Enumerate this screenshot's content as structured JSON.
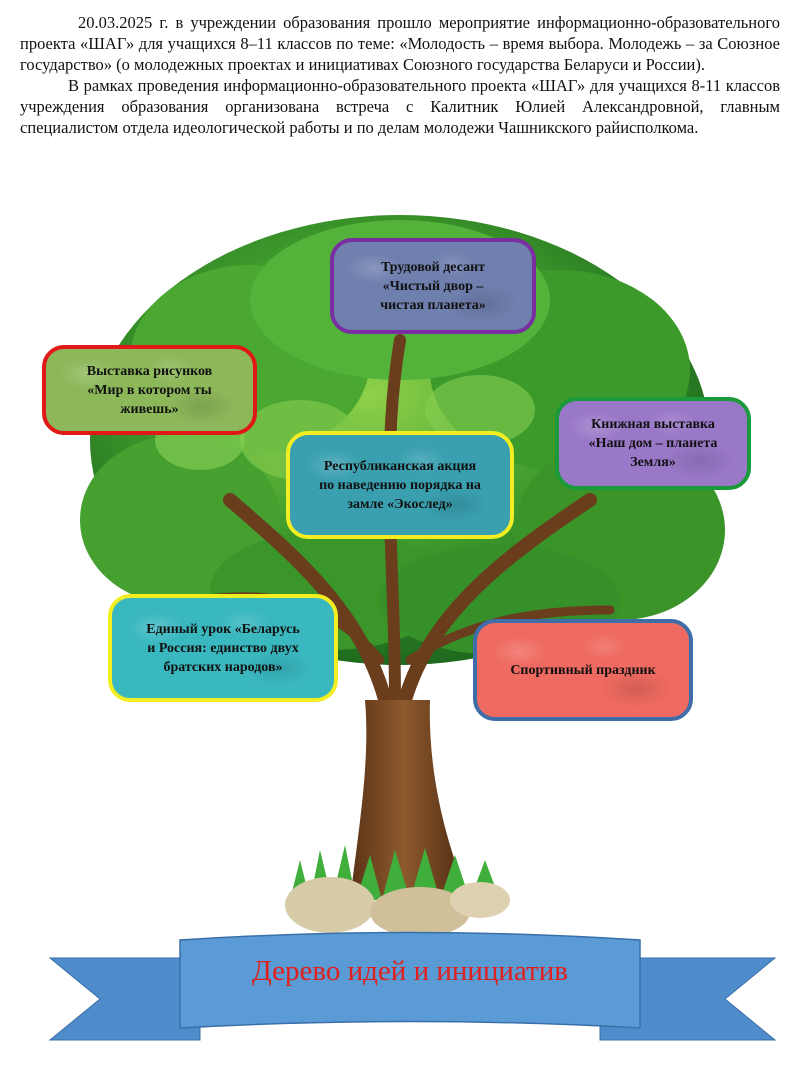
{
  "paragraphs": [
    "20.03.2025 г. в учреждении образования прошло мероприятие информационно-образовательного проекта «ШАГ» для учащихся 8–11 классов по теме: «Молодость – время выбора. Молодежь – за Союзное государство» (о молодежных проектах и инициативах Союзного государства Беларуси и России).",
    "В рамках проведения информационно-образовательного проекта «ШАГ» для учащихся 8-11 классов учреждения образования организована встреча с Калитник Юлией Александровной, главным специалистом отдела идеологической работы и по делам молодежи Чашникского райисполкома."
  ],
  "boxes": {
    "labor": "Трудовой десант\n«Чистый двор –\nчистая планета»",
    "drawings": "Выставка рисунков\n«Мир в котором ты\nживешь»",
    "books": "Книжная выставка\n«Наш дом – планета\nЗемля»",
    "eco": "Республиканская акция\nпо наведению порядка на\nзамле «Экослед»",
    "lesson": "Единый урок «Беларусь\nи Россия: единство двух\nбратских народов»",
    "sport": "Спортивный праздник"
  },
  "banner": {
    "title": "Дерево идей и инициатив"
  },
  "colors": {
    "labor_fill": "#6f7fae",
    "labor_border": "#7a2fa0",
    "drawings_fill": "#8db85a",
    "drawings_border": "#e01818",
    "books_fill": "#9a78c8",
    "books_border": "#1a9a3a",
    "eco_fill": "#3aa0b0",
    "eco_border": "#f2ee22",
    "lesson_fill": "#3ab8c0",
    "lesson_border": "#f2ee22",
    "sport_fill": "#ef6a60",
    "sport_border": "#3f6da8",
    "banner_fill": "#5b9bd5",
    "banner_text": "#e0201c"
  }
}
